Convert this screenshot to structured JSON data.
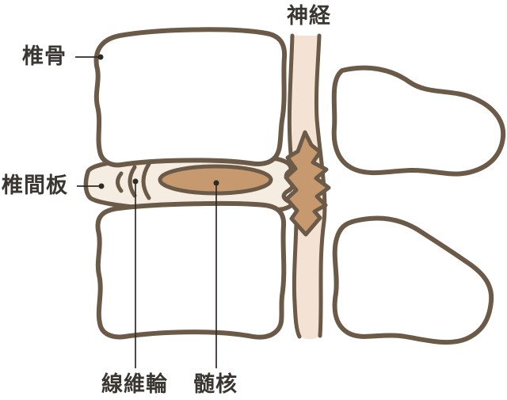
{
  "figure": {
    "labels": {
      "vertebra": "椎骨",
      "disc": "椎間板",
      "nerve": "神経",
      "annulus_fibrosus": "線維輪",
      "nucleus_pulposus": "髄核"
    }
  },
  "colors": {
    "background": "#ffffff",
    "outline": "#6b5a48",
    "bone_fill": "#ffffff",
    "disc_fill": "#f6ede2",
    "nerve_fill": "#f4e2d4",
    "nucleus_fill": "#c6996f",
    "hernia_fill": "#c6996f",
    "label_text": "#3a3631",
    "leader_line": "#2e2b27"
  }
}
